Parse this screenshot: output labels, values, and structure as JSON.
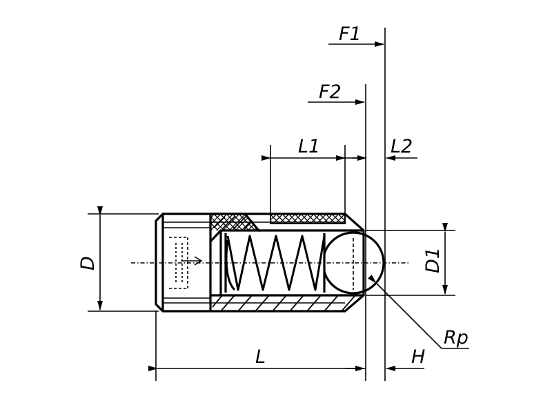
{
  "labels": {
    "F1": "F1",
    "F2": "F2",
    "L1": "L1",
    "L2": "L2",
    "D": "D",
    "D1": "D1",
    "L": "L",
    "H": "H",
    "Rp": "Rp"
  }
}
